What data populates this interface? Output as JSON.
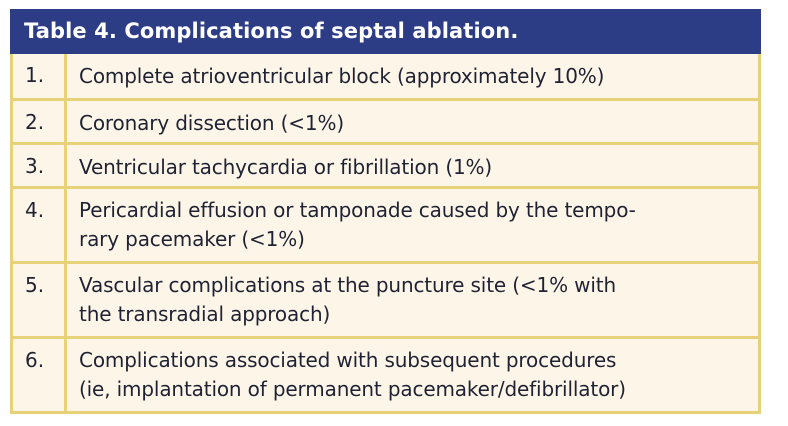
{
  "table": {
    "title": "Table 4. Complications of septal ablation.",
    "rows": [
      {
        "number": "1.",
        "text": "Complete atrioventricular block (approximately 10%)"
      },
      {
        "number": "2.",
        "text": "Coronary dissection (<1%)"
      },
      {
        "number": "3.",
        "text": "Ventricular tachycardia or fibrillation (1%)"
      },
      {
        "number": "4.",
        "text": "Pericardial effusion or tamponade caused by the tempo-rary pacemaker (<1%)",
        "line1": "Pericardial effusion or tamponade caused by the tempo-",
        "line2": "rary pacemaker (<1%)"
      },
      {
        "number": "5.",
        "text": "Vascular complications at the puncture site (<1% with the transradial approach)",
        "line1": "Vascular complications at the puncture site (<1% with",
        "line2": "the transradial approach)"
      },
      {
        "number": "6.",
        "text": "Complications associated with subsequent procedures (ie, implantation of permanent pacemaker/defibrillator)",
        "line1": "Complications associated with subsequent procedures",
        "line2": "(ie, implantation of permanent pacemaker/defibrillator)"
      }
    ]
  },
  "colors": {
    "header_bg": "#2c3c85",
    "header_text": "#ffffff",
    "row_bg": "#fdf6e8",
    "border": "#e7d27a",
    "body_text": "#1f2233"
  }
}
